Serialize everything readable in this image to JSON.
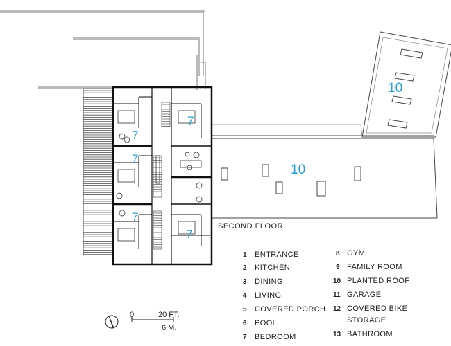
{
  "floor_title": "SECOND FLOOR",
  "room_labels": {
    "bedroom_nw": "7",
    "bedroom_ne": "7",
    "bedroom_w": "7",
    "bedroom_sw": "7",
    "bedroom_se": "7",
    "roof_east": "10",
    "roof_center": "10"
  },
  "legend_left": [
    {
      "num": "1",
      "label": "ENTRANCE"
    },
    {
      "num": "2",
      "label": "KITCHEN"
    },
    {
      "num": "3",
      "label": "DINING"
    },
    {
      "num": "4",
      "label": "LIVING"
    },
    {
      "num": "5",
      "label": "COVERED PORCH"
    },
    {
      "num": "6",
      "label": "POOL"
    },
    {
      "num": "7",
      "label": "BEDROOM"
    }
  ],
  "legend_right": [
    {
      "num": "8",
      "label": "GYM"
    },
    {
      "num": "9",
      "label": "FAMILY ROOM"
    },
    {
      "num": "10",
      "label": "PLANTED ROOF"
    },
    {
      "num": "11",
      "label": "GARAGE"
    },
    {
      "num": "12",
      "label": "COVERED BIKE",
      "label2": "STORAGE"
    },
    {
      "num": "13",
      "label": "BATHROOM"
    }
  ],
  "scale": {
    "zero": "0",
    "feet": "20 FT.",
    "meters": "6 M."
  },
  "colors": {
    "accent": "#2a9fd6",
    "line": "#222222",
    "light_line": "#777777"
  },
  "icons": {
    "north_arrow": "north-arrow-icon"
  }
}
